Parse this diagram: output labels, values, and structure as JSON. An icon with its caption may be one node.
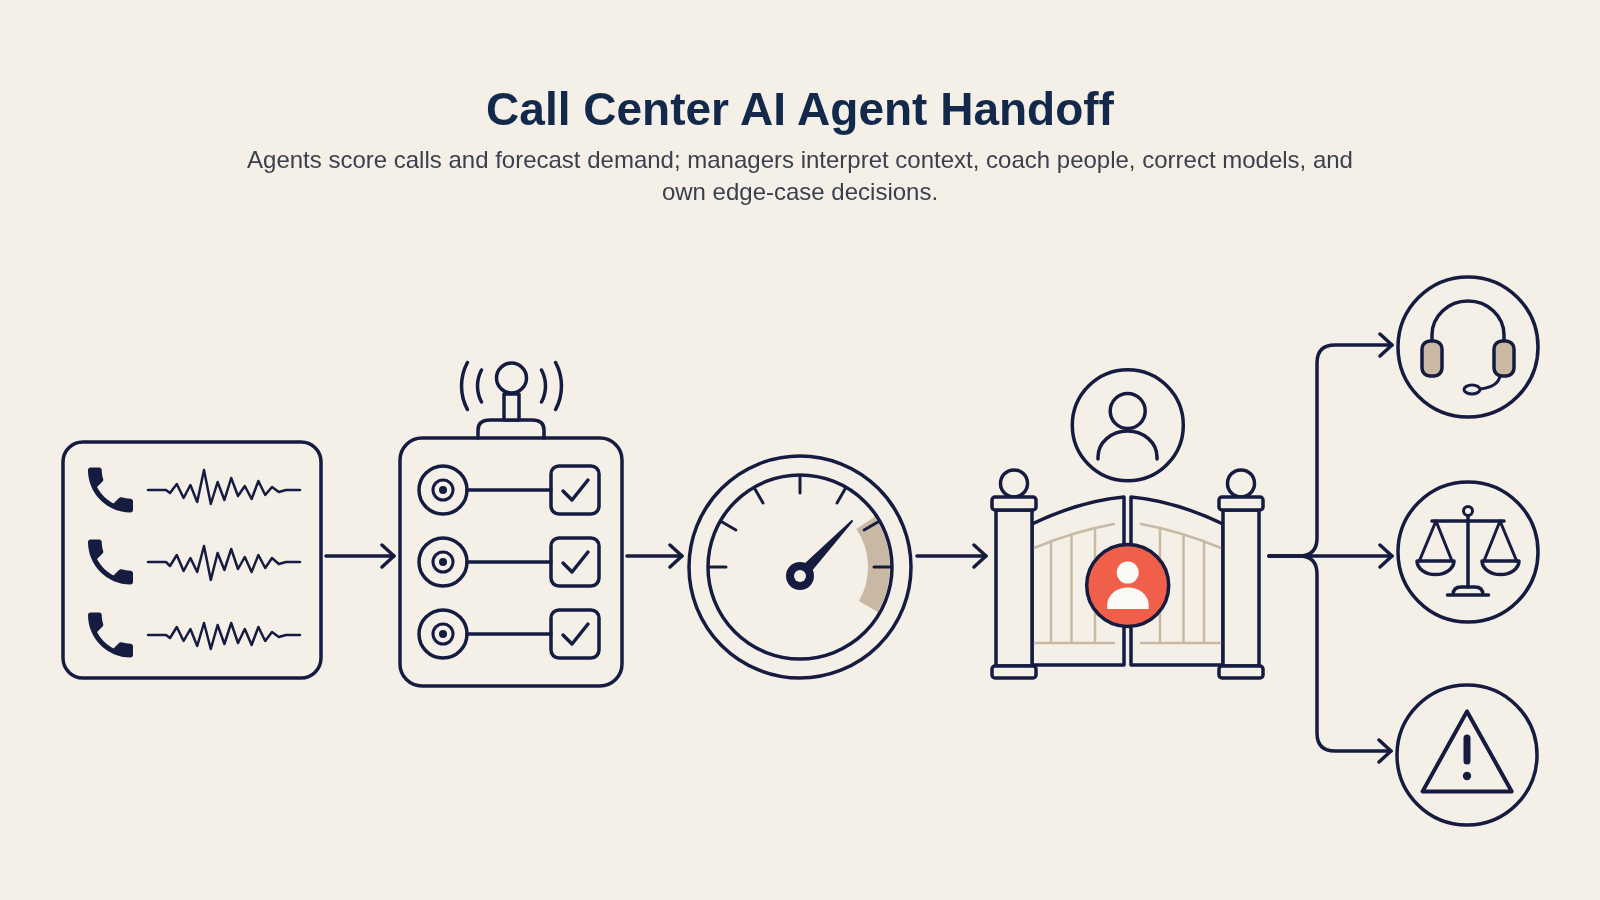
{
  "diagram": {
    "title": "Call Center AI Agent Handoff",
    "caption": "Agents score calls and forecast demand; managers interpret context, coach people, correct models, and own edge-case decisions.",
    "nodes": [
      {
        "text": [],
        "shape": "picture"
      },
      {
        "text": [],
        "shape": "picture"
      },
      {
        "text": [],
        "shape": "picture"
      },
      {
        "text": [],
        "shape": "picture"
      },
      {
        "text": [],
        "shape": "picture"
      },
      {
        "text": [],
        "shape": "picture"
      },
      {
        "text": [],
        "shape": "picture"
      }
    ],
    "edges": [
      {
        "from": 0,
        "to": 1,
        "arrow": "to"
      },
      {
        "from": 1,
        "to": 2,
        "arrow": "to"
      },
      {
        "from": 2,
        "to": 3,
        "arrow": "to"
      },
      {
        "from": 3,
        "to": 4,
        "arrow": "to"
      },
      {
        "from": 3,
        "to": 5,
        "arrow": "to"
      },
      {
        "from": 3,
        "to": 6,
        "arrow": "to"
      }
    ]
  }
}
